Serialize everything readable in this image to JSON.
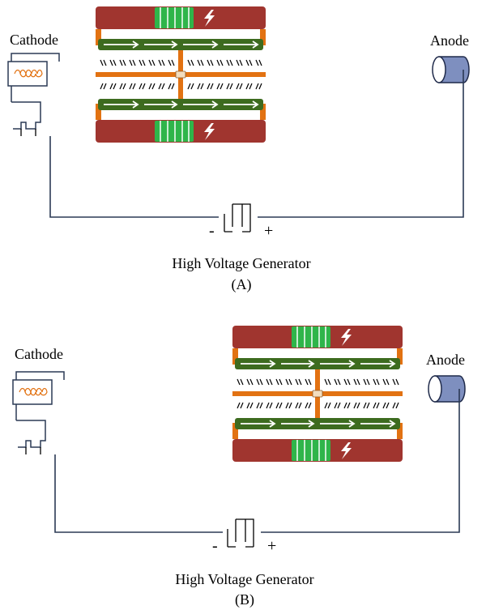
{
  "colors": {
    "frame": "#a0352f",
    "green_block": "#2fb54a",
    "green_bar": "#3d6b1f",
    "orange": "#e27212",
    "hatch": "#000000",
    "wire": "#2b3a55",
    "anode_fill": "#7e8fbf",
    "anode_light": "#c5cde6",
    "filament": "#e27212",
    "cathode_outline": "#2b3a55"
  },
  "diagram_a": {
    "cathode_label": "Cathode",
    "anode_label": "Anode",
    "polarity_minus": "-",
    "polarity_plus": "+",
    "generator_label": "High Voltage Generator",
    "caption": "(A)"
  },
  "diagram_b": {
    "cathode_label": "Cathode",
    "anode_label": "Anode",
    "polarity_minus": "-",
    "polarity_plus": "+",
    "generator_label": "High Voltage Generator",
    "caption": "(B)"
  }
}
